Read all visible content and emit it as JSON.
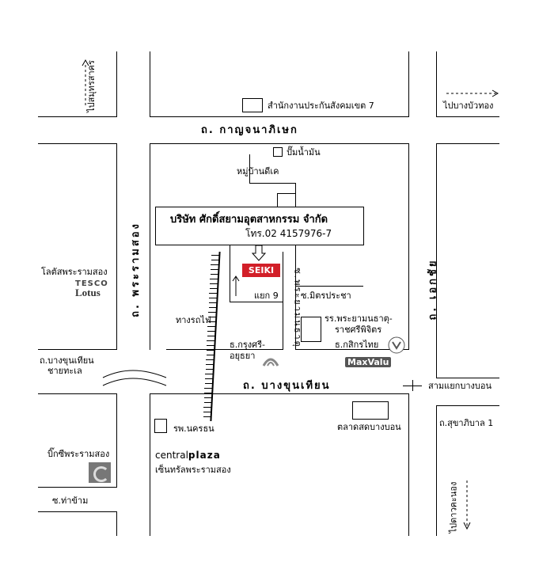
{
  "roads": {
    "kanchanaphisek": "ถ. กาญจนาภิเษก",
    "bangkhunthian": "ถ. บางขุนเทียน",
    "rama2": "ถ. พระรามสอง",
    "ekkachai": "ถ. เอกชัย",
    "soi_phra_yam": "ซ.พระยามนธาตุ",
    "bangkhunthian_chaythale": "ถ.บางขุนเทียน",
    "chaythale": "ชายทะเล",
    "sukhaphiban1": "ถ.สุขาภิบาล 1",
    "soi_tha_kham": "ซ.ท่าข้าม"
  },
  "directions": {
    "to_samut_sakhon": "ไปสมุทรสาคร",
    "to_bang_bon": "ไปบางบัวทอง",
    "to_dao_khanong": "ไปดาวคะนอง"
  },
  "company": {
    "name": "บริษัท ศักดิ์สยามอุตสาหกรรม จำกัด",
    "phone": "โทร.02 4157976-7",
    "logo_text": "SEIKI"
  },
  "landmarks": {
    "social_security": "สำนักงานประกันสังคมเขต 7",
    "gas_station": "ปั๊มน้ำมัน",
    "village": "หมู่บ้านดีเค",
    "lotus_rama2": "โลตัสพระรามสอง",
    "tesco": "TESCO",
    "lotus": "Lotus",
    "junction9": "แยก 9",
    "soi_mitr": "ซ.มิตรประชา",
    "railway": "ทางรถไฟ",
    "school": "รร.พระยามนธาตุ-ราชศรีพิจิตร",
    "school_line1": "รร.พระยามนธาตุ-",
    "school_line2": "ราชศรีพิจิตร",
    "kasikorn": "ธ.กสิกรไทย",
    "krungsri_line1": "ธ.กรุงศรี-",
    "krungsri_line2": "อยุธยา",
    "maxvalu": "MaxValu",
    "sam_yaek": "สามแยกบางบอน",
    "hospital": "รพ.นครธน",
    "market": "ตลาดสดบางบอน",
    "bigc": "บิ๊กซีพระรามสอง",
    "central_a": "central",
    "central_b": "plaza",
    "central_th": "เซ็นทรัลพระรามสอง"
  },
  "colors": {
    "seiki_red": "#d21f28",
    "kasikorn_green": "#2e7d32",
    "maxvalu_gray": "#555555"
  }
}
